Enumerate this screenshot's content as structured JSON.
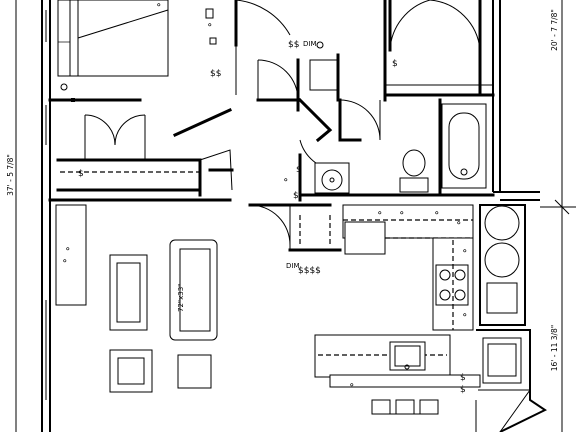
{
  "dimensions": {
    "left_overall": "37' - 5 7/8\"",
    "right_upper": "20' - 7 7/8\"",
    "right_lower": "16' - 11 3/8\""
  },
  "labels": {
    "sofa_size": "72\"x33\"",
    "dimmer": "DIM",
    "switch_glyphs": "$$",
    "switch_glyphs_4": "$$$$"
  },
  "fixtures": {
    "range_burners": 4,
    "dining_stools": 3
  }
}
